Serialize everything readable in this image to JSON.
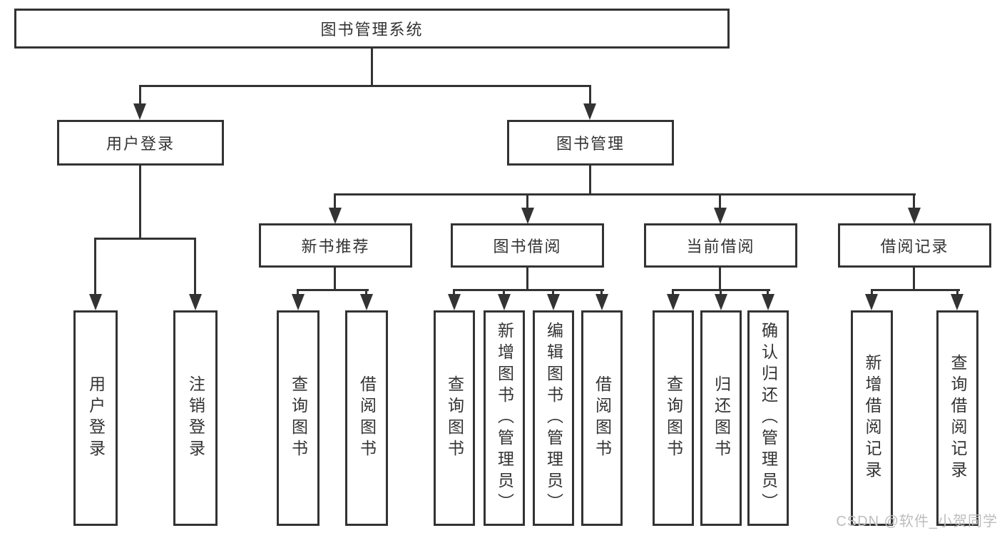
{
  "diagram_type": "hierarchy-tree",
  "tree": {
    "label": "图书管理系统",
    "children": [
      {
        "label": "用户登录",
        "children": [
          {
            "label": "用户登录"
          },
          {
            "label": "注销登录"
          }
        ]
      },
      {
        "label": "图书管理",
        "children": [
          {
            "label": "新书推荐",
            "children": [
              {
                "label": "查询图书"
              },
              {
                "label": "借阅图书"
              }
            ]
          },
          {
            "label": "图书借阅",
            "children": [
              {
                "label": "查询图书"
              },
              {
                "label": "新增图书（管理员）"
              },
              {
                "label": "编辑图书（管理员）"
              },
              {
                "label": "借阅图书"
              }
            ]
          },
          {
            "label": "当前借阅",
            "children": [
              {
                "label": "查询图书"
              },
              {
                "label": "归还图书"
              },
              {
                "label": "确认归还（管理员）"
              }
            ]
          },
          {
            "label": "借阅记录",
            "children": [
              {
                "label": "新增借阅记录"
              },
              {
                "label": "查询借阅记录"
              }
            ]
          }
        ]
      }
    ]
  },
  "watermark": "CSDN @软件_小贺同学",
  "colors": {
    "line": "#333333",
    "text": "#333333",
    "box_fill": "#ffffff",
    "background": "#ffffff",
    "watermark": "#bdbdbd"
  }
}
